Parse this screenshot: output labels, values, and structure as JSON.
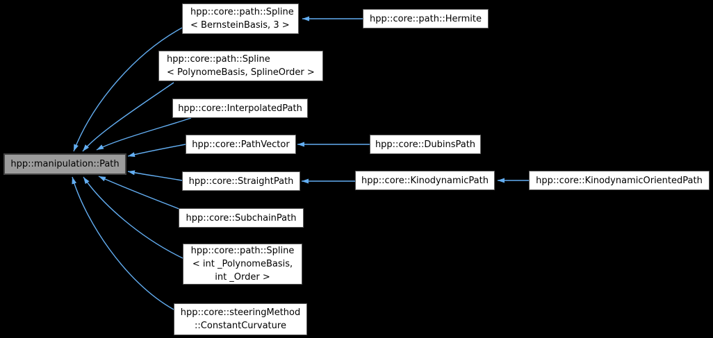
{
  "diagram": {
    "type": "class-inheritance-graph",
    "colors": {
      "background": "#000000",
      "edge": "#63aef2",
      "node_fill": "#ffffff",
      "node_border": "#5a5a5a",
      "highlight_node_fill": "#9c9c9c",
      "highlight_node_border": "#424242",
      "text": "#000000"
    },
    "nodes": {
      "main": {
        "lines": [
          "hpp::manipulation::Path"
        ]
      },
      "spline_bernstein": {
        "lines": [
          "hpp::core::path::Spline",
          "< BernsteinBasis, 3 >"
        ]
      },
      "hermite": {
        "lines": [
          "hpp::core::path::Hermite"
        ]
      },
      "spline_polynome": {
        "lines": [
          "hpp::core::path::Spline",
          "< PolynomeBasis, SplineOrder >"
        ]
      },
      "interpolated": {
        "lines": [
          "hpp::core::InterpolatedPath"
        ]
      },
      "path_vector": {
        "lines": [
          "hpp::core::PathVector"
        ]
      },
      "dubins": {
        "lines": [
          "hpp::core::DubinsPath"
        ]
      },
      "straight": {
        "lines": [
          "hpp::core::StraightPath"
        ]
      },
      "kinodynamic": {
        "lines": [
          "hpp::core::KinodynamicPath"
        ]
      },
      "kinodynamic_oriented": {
        "lines": [
          "hpp::core::KinodynamicOrientedPath"
        ]
      },
      "subchain": {
        "lines": [
          "hpp::core::SubchainPath"
        ]
      },
      "spline_int": {
        "lines": [
          "hpp::core::path::Spline",
          "< int _PolynomeBasis,",
          "int _Order >"
        ]
      },
      "constant_curvature": {
        "lines": [
          "hpp::core::steeringMethod",
          "::ConstantCurvature"
        ]
      }
    },
    "edges": [
      {
        "from": "hpp::core::path::Spline< BernsteinBasis, 3 >",
        "to": "hpp::manipulation::Path"
      },
      {
        "from": "hpp::core::path::Spline< PolynomeBasis, SplineOrder >",
        "to": "hpp::manipulation::Path"
      },
      {
        "from": "hpp::core::InterpolatedPath",
        "to": "hpp::manipulation::Path"
      },
      {
        "from": "hpp::core::PathVector",
        "to": "hpp::manipulation::Path"
      },
      {
        "from": "hpp::core::StraightPath",
        "to": "hpp::manipulation::Path"
      },
      {
        "from": "hpp::core::SubchainPath",
        "to": "hpp::manipulation::Path"
      },
      {
        "from": "hpp::core::path::Spline< int _PolynomeBasis, int _Order >",
        "to": "hpp::manipulation::Path"
      },
      {
        "from": "hpp::core::steeringMethod::ConstantCurvature",
        "to": "hpp::manipulation::Path"
      },
      {
        "from": "hpp::core::path::Hermite",
        "to": "hpp::core::path::Spline< BernsteinBasis, 3 >"
      },
      {
        "from": "hpp::core::DubinsPath",
        "to": "hpp::core::PathVector"
      },
      {
        "from": "hpp::core::KinodynamicPath",
        "to": "hpp::core::StraightPath"
      },
      {
        "from": "hpp::core::KinodynamicOrientedPath",
        "to": "hpp::core::KinodynamicPath"
      }
    ]
  }
}
